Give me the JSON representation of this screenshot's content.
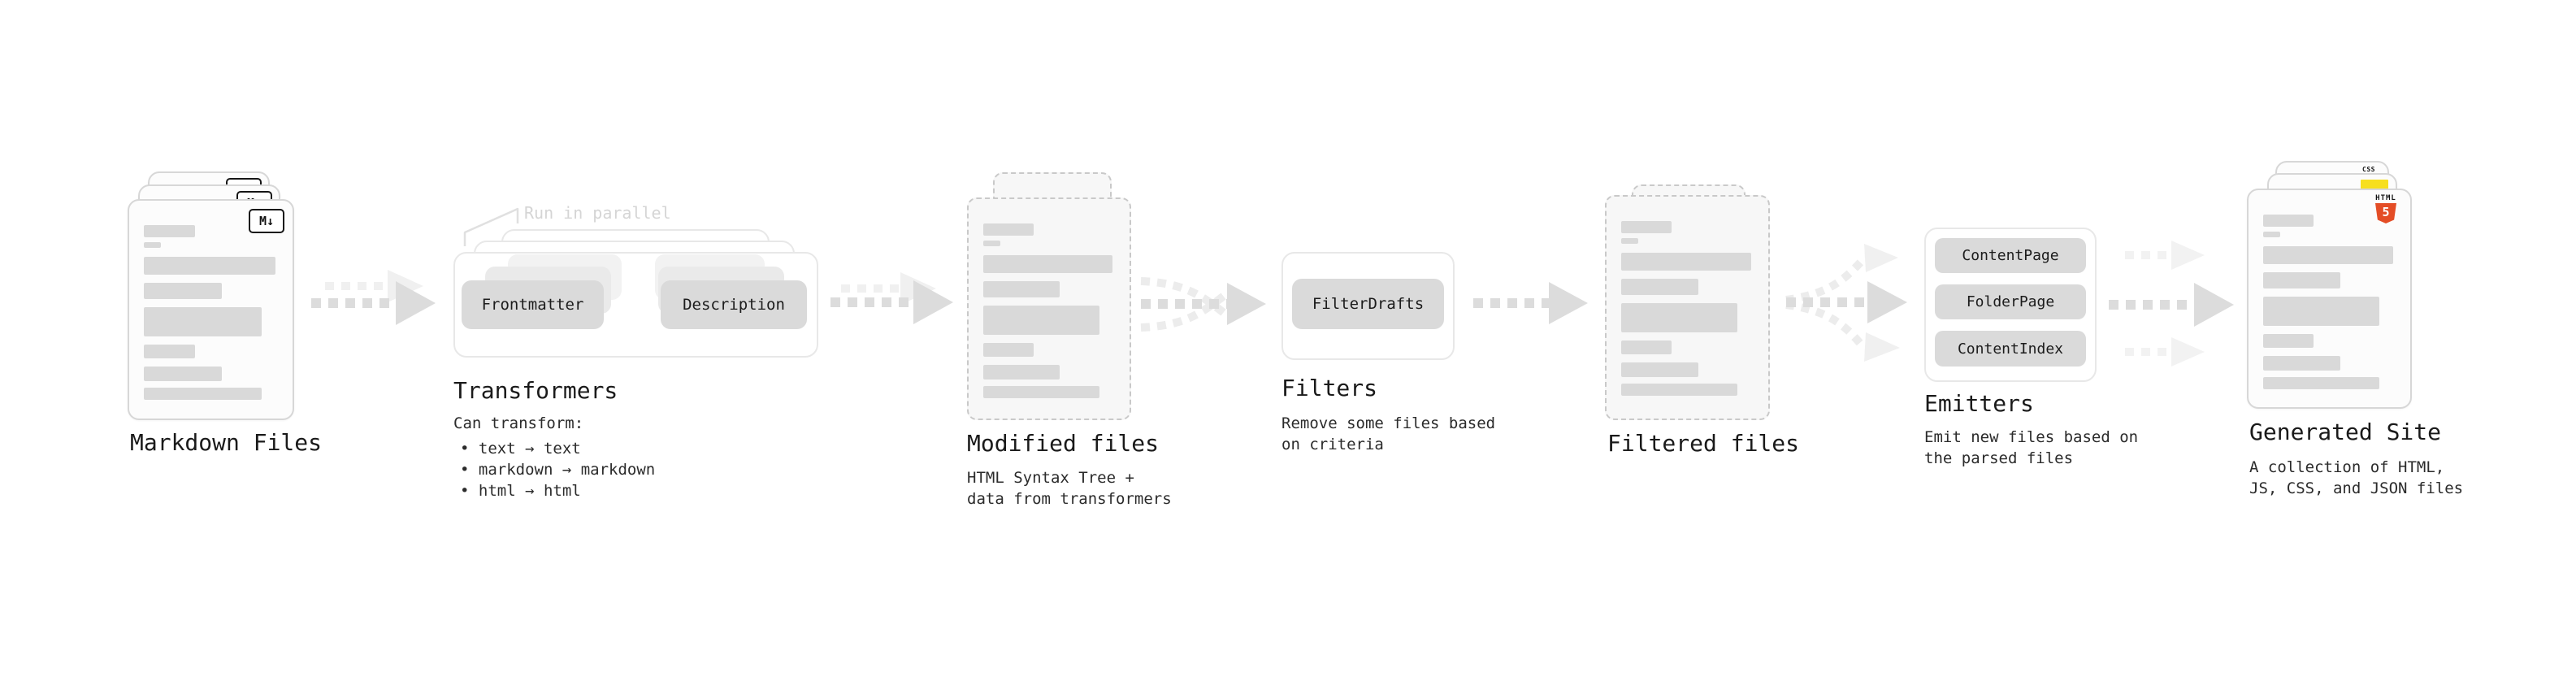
{
  "stages": {
    "markdown_files": {
      "title": "Markdown Files"
    },
    "transformers": {
      "title": "Transformers",
      "annotation": "Run in parallel",
      "node_a": "Frontmatter",
      "node_b": "Description",
      "desc_heading": "Can transform:",
      "bullets": [
        "• text → text",
        "• markdown → markdown",
        "• html → html"
      ]
    },
    "modified_files": {
      "title": "Modified files",
      "desc_lines": [
        "HTML Syntax Tree +",
        "data from transformers"
      ]
    },
    "filters": {
      "title": "Filters",
      "node": "FilterDrafts",
      "desc_lines": [
        "Remove some files based",
        "on criteria"
      ]
    },
    "filtered_files": {
      "title": "Filtered files"
    },
    "emitters": {
      "title": "Emitters",
      "nodes": [
        "ContentPage",
        "FolderPage",
        "ContentIndex"
      ],
      "desc_lines": [
        "Emit new files based on",
        "the parsed files"
      ]
    },
    "generated_site": {
      "title": "Generated Site",
      "desc_lines": [
        "A collection of HTML,",
        "JS, CSS, and JSON files"
      ]
    }
  },
  "badges": {
    "markdown": "M↓",
    "html5_label": "HTML",
    "html5_number": "5",
    "css_label": "CSS"
  },
  "colors": {
    "html5_orange": "#e44d26",
    "js_yellow": "#f7df1e",
    "css_blue": "#2b6ff3"
  },
  "file_bars": [
    {
      "w": 38,
      "h": 15,
      "mt": 30
    },
    {
      "w": 13,
      "h": 7,
      "mt": 6
    },
    {
      "w": 98,
      "h": 22,
      "mt": 11
    },
    {
      "w": 58,
      "h": 20,
      "mt": 10
    },
    {
      "w": 88,
      "h": 36,
      "mt": 10
    },
    {
      "w": 38,
      "h": 17,
      "mt": 10
    },
    {
      "w": 58,
      "h": 18,
      "mt": 10
    },
    {
      "w": 88,
      "h": 15,
      "mt": 8
    }
  ]
}
